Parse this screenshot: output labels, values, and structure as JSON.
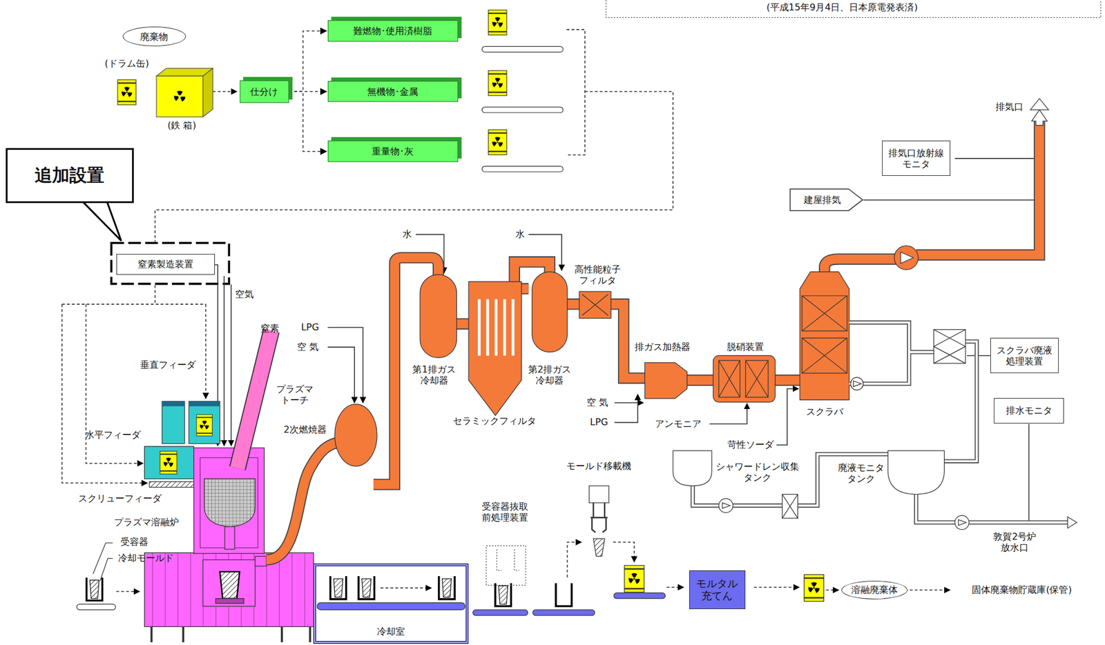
{
  "diagram": {
    "nodes": [
      {
        "text": [
          "廃棄物"
        ]
      },
      {
        "text": [
          "仕分け"
        ]
      },
      {
        "text": [
          "難燃物･使用済樹脂"
        ]
      },
      {
        "text": [
          "無機物･金属"
        ]
      },
      {
        "text": [
          "重量物･灰"
        ]
      },
      {
        "text": [
          "追加設置"
        ]
      },
      {
        "text": [
          "窒素製造装置"
        ]
      },
      {
        "text": [
          "排気口放射線モニタ"
        ]
      },
      {
        "text": [
          "建屋排気"
        ]
      },
      {
        "text": [
          "スクラバ廃液処理装置"
        ]
      },
      {
        "text": [
          "排水モニタ"
        ]
      },
      {
        "text": [
          "モルタル充てん"
        ]
      },
      {
        "text": [
          "溶融廃棄体"
        ]
      },
      {
        "text": [
          "冷却室"
        ]
      }
    ],
    "edges": [
      {
        "from": 1,
        "to": 2,
        "arrow": "to"
      },
      {
        "from": 1,
        "to": 3,
        "arrow": "to"
      },
      {
        "from": 1,
        "to": 4,
        "arrow": "to"
      }
    ],
    "labels": [
      "(平成15年9月4日、日本原電発表済)",
      "(ドラム缶)",
      "(鉄 箱)",
      "排気口",
      "水",
      "水",
      "高性能粒子フィルタ",
      "第1排ガス冷却器",
      "セラミックフィルタ",
      "第2排ガス冷却器",
      "排ガス加熱器",
      "脱硝装置",
      "スクラバ",
      "空 気",
      "LPG",
      "アンモニア",
      "苛性ソーダ",
      "シャワードレン収集タンク",
      "廃液モニタタンク",
      "敦賀2号炉放水口",
      "LPG",
      "空 気",
      "2次燃焼器",
      "窒素",
      "プラズマトーチ",
      "空気",
      "垂直フィーダ",
      "水平フィーダ",
      "スクリューフィーダ",
      "プラズマ溶融炉",
      "受容器",
      "冷却モールド",
      "モールド移載機",
      "受容器抜取前処理装置",
      "固体廃棄物貯蔵庫(保管)"
    ]
  }
}
